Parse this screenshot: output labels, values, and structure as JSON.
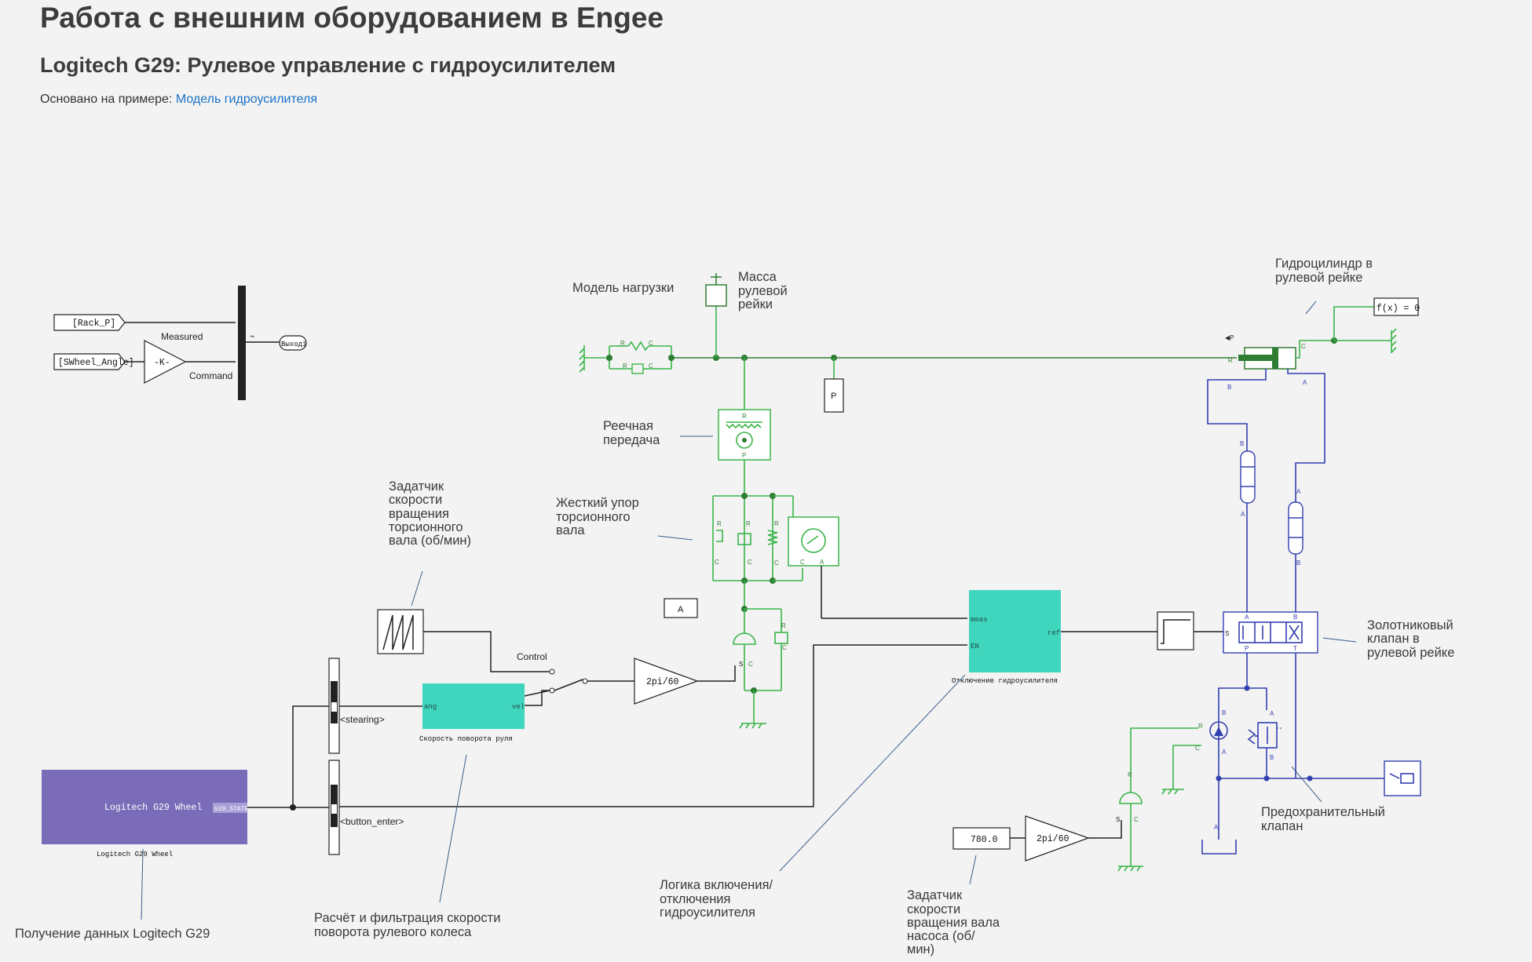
{
  "header": {
    "title": "Работа с внешним оборудованием в Engee",
    "subtitle": "Logitech G29: Рулевое управление с гидроусилителем",
    "based_on_prefix": "Основано на примере: ",
    "based_on_link": "Модель гидроусилителя"
  },
  "annotations": {
    "load_model": "Модель нагрузки",
    "rack_mass": [
      "Масса",
      "рулевой",
      "рейки"
    ],
    "cylinder": [
      "Гидроцилиндр в",
      "рулевой рейке"
    ],
    "rack_gear": [
      "Реечная",
      "передача"
    ],
    "torsion_stop": [
      "Жесткий упор",
      "торсионного",
      "вала"
    ],
    "torsion_speed_setter": [
      "Задатчик",
      "скорости",
      "вращения",
      "торсионного",
      "вала (об/мин)"
    ],
    "spool_valve": [
      "Золотниковый",
      "клапан в",
      "рулевой рейке"
    ],
    "relief_valve": [
      "Предохранительный",
      "клапан"
    ],
    "g29_data": "Получение данных Logitech G29",
    "speed_calc": [
      "Расчёт и фильтрация скорости",
      "поворота рулевого колеса"
    ],
    "enable_logic": [
      "Логика включения/",
      "отключения",
      "гидроусилителя"
    ],
    "pump_speed_setter": [
      "Задатчик",
      "скорости",
      "вращения вала",
      "насоса (об/",
      "мин)"
    ]
  },
  "blocks": {
    "goto_rack_p": "[Rack_P]",
    "goto_swheel_angle": "[SWheel_Angle]",
    "gain_k": "-K-",
    "measured": "Measured",
    "command": "Command",
    "output": "Выход1",
    "g29_block_text": "Logitech G29 Wheel",
    "g29_block_name": "Logitech G29 Wheel",
    "g29_port": "G29_STATE",
    "steering": "<stearing>",
    "button_enter": "<button_enter>",
    "speed_block_name": "Скорость поворота руля",
    "speed_port_in": "ang",
    "speed_port_out": "vel",
    "control": "Control",
    "gain_2pi_60": "2pi/60",
    "gain_2pi_60_pump": "2pi/60",
    "pump_const": "780.0",
    "disable_block_name": "Отключение гидроусилителя",
    "disable_port_meas": "meas",
    "disable_port_en": "EN",
    "disable_port_ref": "ref",
    "sensor_p": "P",
    "sensor_a": "A",
    "fx_block": "f(x) = 0"
  },
  "colors": {
    "mechanical": "#39b54a",
    "hydraulic": "#3340b0",
    "subsystem_teal": "#40d6bd",
    "g29_purple": "#7a6cb8",
    "link": "#1a73c8"
  }
}
